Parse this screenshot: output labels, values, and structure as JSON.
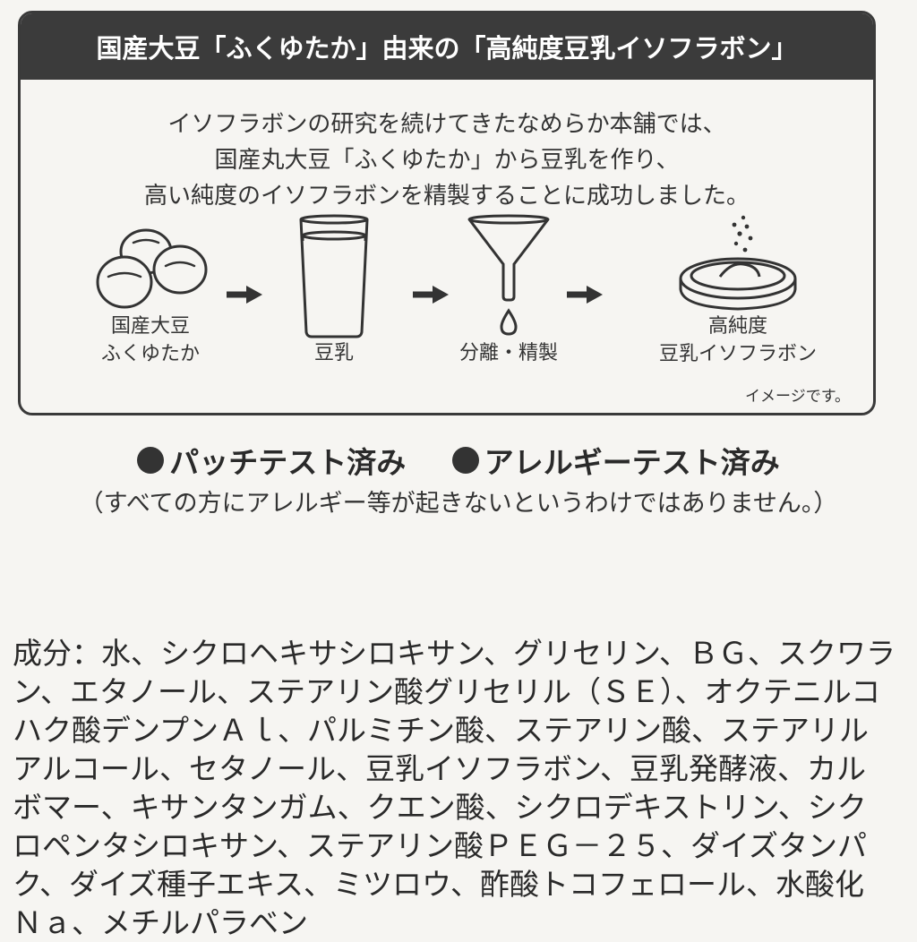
{
  "header": {
    "title": "国産大豆「ふくゆたか」由来の「高純度豆乳イソフラボン」"
  },
  "intro": [
    "イソフラボンの研究を続けてきたなめらか本舗では、",
    "国産丸大豆「ふくゆたか」から豆乳を作り、",
    "高い純度のイソフラボンを精製することに成功しました。"
  ],
  "flow": {
    "steps": [
      {
        "line1": "国産大豆",
        "line2": "ふくゆたか",
        "icon": "soybeans-icon"
      },
      {
        "line1": "",
        "line2": "豆乳",
        "icon": "glass-icon"
      },
      {
        "line1": "",
        "line2": "分離・精製",
        "icon": "funnel-icon"
      },
      {
        "line1": "高純度",
        "line2": "豆乳イソフラボン",
        "icon": "dish-icon"
      }
    ],
    "note": "イメージです。"
  },
  "tests": {
    "patch": "パッチテスト済み",
    "allergy": "アレルギーテスト済み"
  },
  "disclaimer": "（すべての方にアレルギー等が起きないというわけではありません。）",
  "ingredients": [
    "成分：水、シクロヘキサシロキサン、グリセリン、ＢＧ、スクワラ",
    "ン、エタノール、ステアリン酸グリセリル（ＳＥ）、オクテニルコ",
    "ハク酸デンプンＡｌ、パルミチン酸、ステアリン酸、ステアリル",
    "アルコール、セタノール、豆乳イソフラボン、豆乳発酵液、カル",
    "ボマー、キサンタンガム、クエン酸、シクロデキストリン、シク",
    "ロペンタシロキサン、ステアリン酸ＰＥＧ－２５、ダイズタンパ",
    "ク、ダイズ種子エキス、ミツロウ、酢酸トコフェロール、水酸化",
    "Ｎａ、メチルパラベン"
  ]
}
